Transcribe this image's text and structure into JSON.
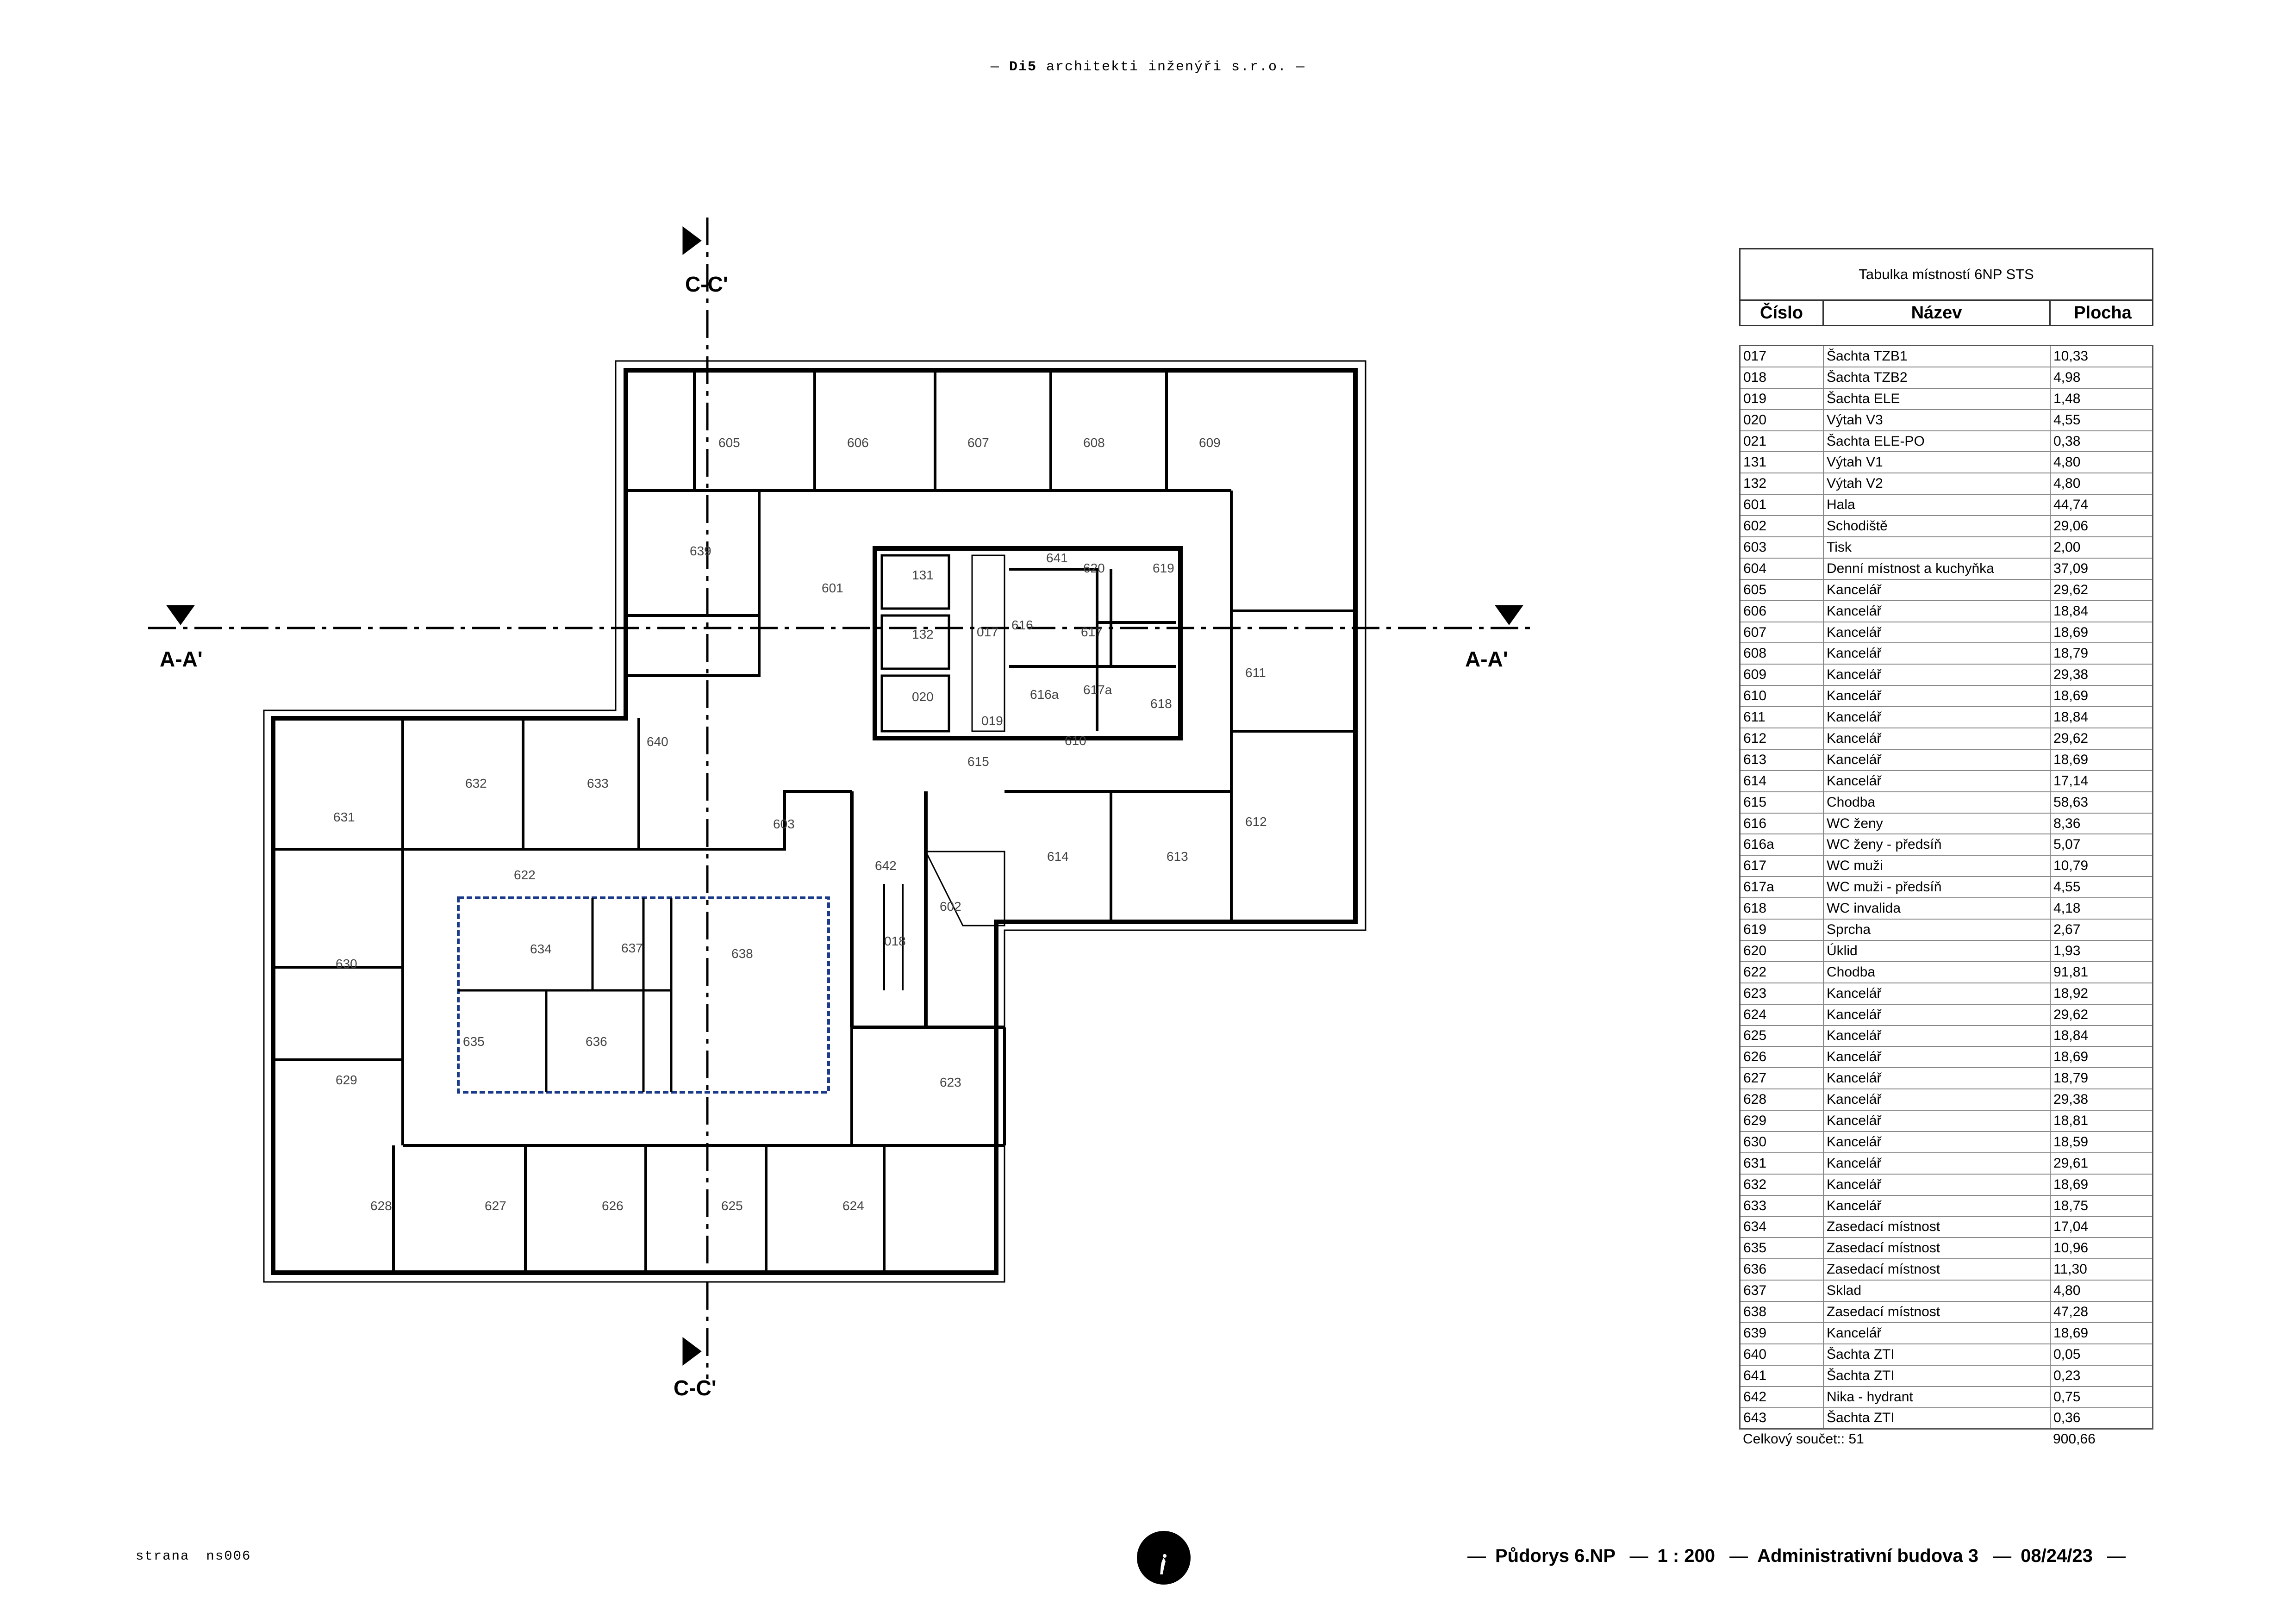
{
  "header": {
    "brand": "Di5",
    "company": "architekti inženýři s.r.o."
  },
  "plan": {
    "section_aa": "A-A'",
    "section_cc": "C-C'",
    "room_labels": [
      "605",
      "606",
      "607",
      "608",
      "609",
      "639",
      "601",
      "131",
      "132",
      "017",
      "020",
      "019",
      "616",
      "616a",
      "617",
      "617a",
      "618",
      "619",
      "620",
      "641",
      "610",
      "611",
      "612",
      "613",
      "614",
      "615",
      "603",
      "640",
      "631",
      "632",
      "633",
      "622",
      "634",
      "637",
      "638",
      "642",
      "018",
      "602",
      "630",
      "635",
      "636",
      "629",
      "623",
      "628",
      "627",
      "626",
      "625",
      "624"
    ]
  },
  "table": {
    "title": "Tabulka místností 6NP STS",
    "columns": [
      "Číslo",
      "Název",
      "Plocha"
    ],
    "rows": [
      [
        "017",
        "Šachta TZB1",
        "10,33"
      ],
      [
        "018",
        "Šachta TZB2",
        "4,98"
      ],
      [
        "019",
        "Šachta ELE",
        "1,48"
      ],
      [
        "020",
        "Výtah V3",
        "4,55"
      ],
      [
        "021",
        "Šachta ELE-PO",
        "0,38"
      ],
      [
        "131",
        "Výtah V1",
        "4,80"
      ],
      [
        "132",
        "Výtah V2",
        "4,80"
      ],
      [
        "601",
        "Hala",
        "44,74"
      ],
      [
        "602",
        "Schodiště",
        "29,06"
      ],
      [
        "603",
        "Tisk",
        "2,00"
      ],
      [
        "604",
        "Denní místnost a kuchyňka",
        "37,09"
      ],
      [
        "605",
        "Kancelář",
        "29,62"
      ],
      [
        "606",
        "Kancelář",
        "18,84"
      ],
      [
        "607",
        "Kancelář",
        "18,69"
      ],
      [
        "608",
        "Kancelář",
        "18,79"
      ],
      [
        "609",
        "Kancelář",
        "29,38"
      ],
      [
        "610",
        "Kancelář",
        "18,69"
      ],
      [
        "611",
        "Kancelář",
        "18,84"
      ],
      [
        "612",
        "Kancelář",
        "29,62"
      ],
      [
        "613",
        "Kancelář",
        "18,69"
      ],
      [
        "614",
        "Kancelář",
        "17,14"
      ],
      [
        "615",
        "Chodba",
        "58,63"
      ],
      [
        "616",
        "WC ženy",
        "8,36"
      ],
      [
        "616a",
        "WC ženy - předsíň",
        "5,07"
      ],
      [
        "617",
        "WC muži",
        "10,79"
      ],
      [
        "617a",
        "WC muži - předsíň",
        "4,55"
      ],
      [
        "618",
        "WC invalida",
        "4,18"
      ],
      [
        "619",
        "Sprcha",
        "2,67"
      ],
      [
        "620",
        "Úklid",
        "1,93"
      ],
      [
        "622",
        "Chodba",
        "91,81"
      ],
      [
        "623",
        "Kancelář",
        "18,92"
      ],
      [
        "624",
        "Kancelář",
        "29,62"
      ],
      [
        "625",
        "Kancelář",
        "18,84"
      ],
      [
        "626",
        "Kancelář",
        "18,69"
      ],
      [
        "627",
        "Kancelář",
        "18,79"
      ],
      [
        "628",
        "Kancelář",
        "29,38"
      ],
      [
        "629",
        "Kancelář",
        "18,81"
      ],
      [
        "630",
        "Kancelář",
        "18,59"
      ],
      [
        "631",
        "Kancelář",
        "29,61"
      ],
      [
        "632",
        "Kancelář",
        "18,69"
      ],
      [
        "633",
        "Kancelář",
        "18,75"
      ],
      [
        "634",
        "Zasedací místnost",
        "17,04"
      ],
      [
        "635",
        "Zasedací místnost",
        "10,96"
      ],
      [
        "636",
        "Zasedací místnost",
        "11,30"
      ],
      [
        "637",
        "Sklad",
        "4,80"
      ],
      [
        "638",
        "Zasedací místnost",
        "47,28"
      ],
      [
        "639",
        "Kancelář",
        "18,69"
      ],
      [
        "640",
        "Šachta ZTI",
        "0,05"
      ],
      [
        "641",
        "Šachta ZTI",
        "0,23"
      ],
      [
        "642",
        "Nika - hydrant",
        "0,75"
      ],
      [
        "643",
        "Šachta ZTI",
        "0,36"
      ]
    ],
    "total_label": "Celkový součet:: 51",
    "total_value": "900,66"
  },
  "footer": {
    "page_label": "strana",
    "page_number": "ns006",
    "title": "Půdorys 6.NP",
    "scale": "1 : 200",
    "building": "Administrativní budova 3",
    "date": "08/24/23"
  }
}
